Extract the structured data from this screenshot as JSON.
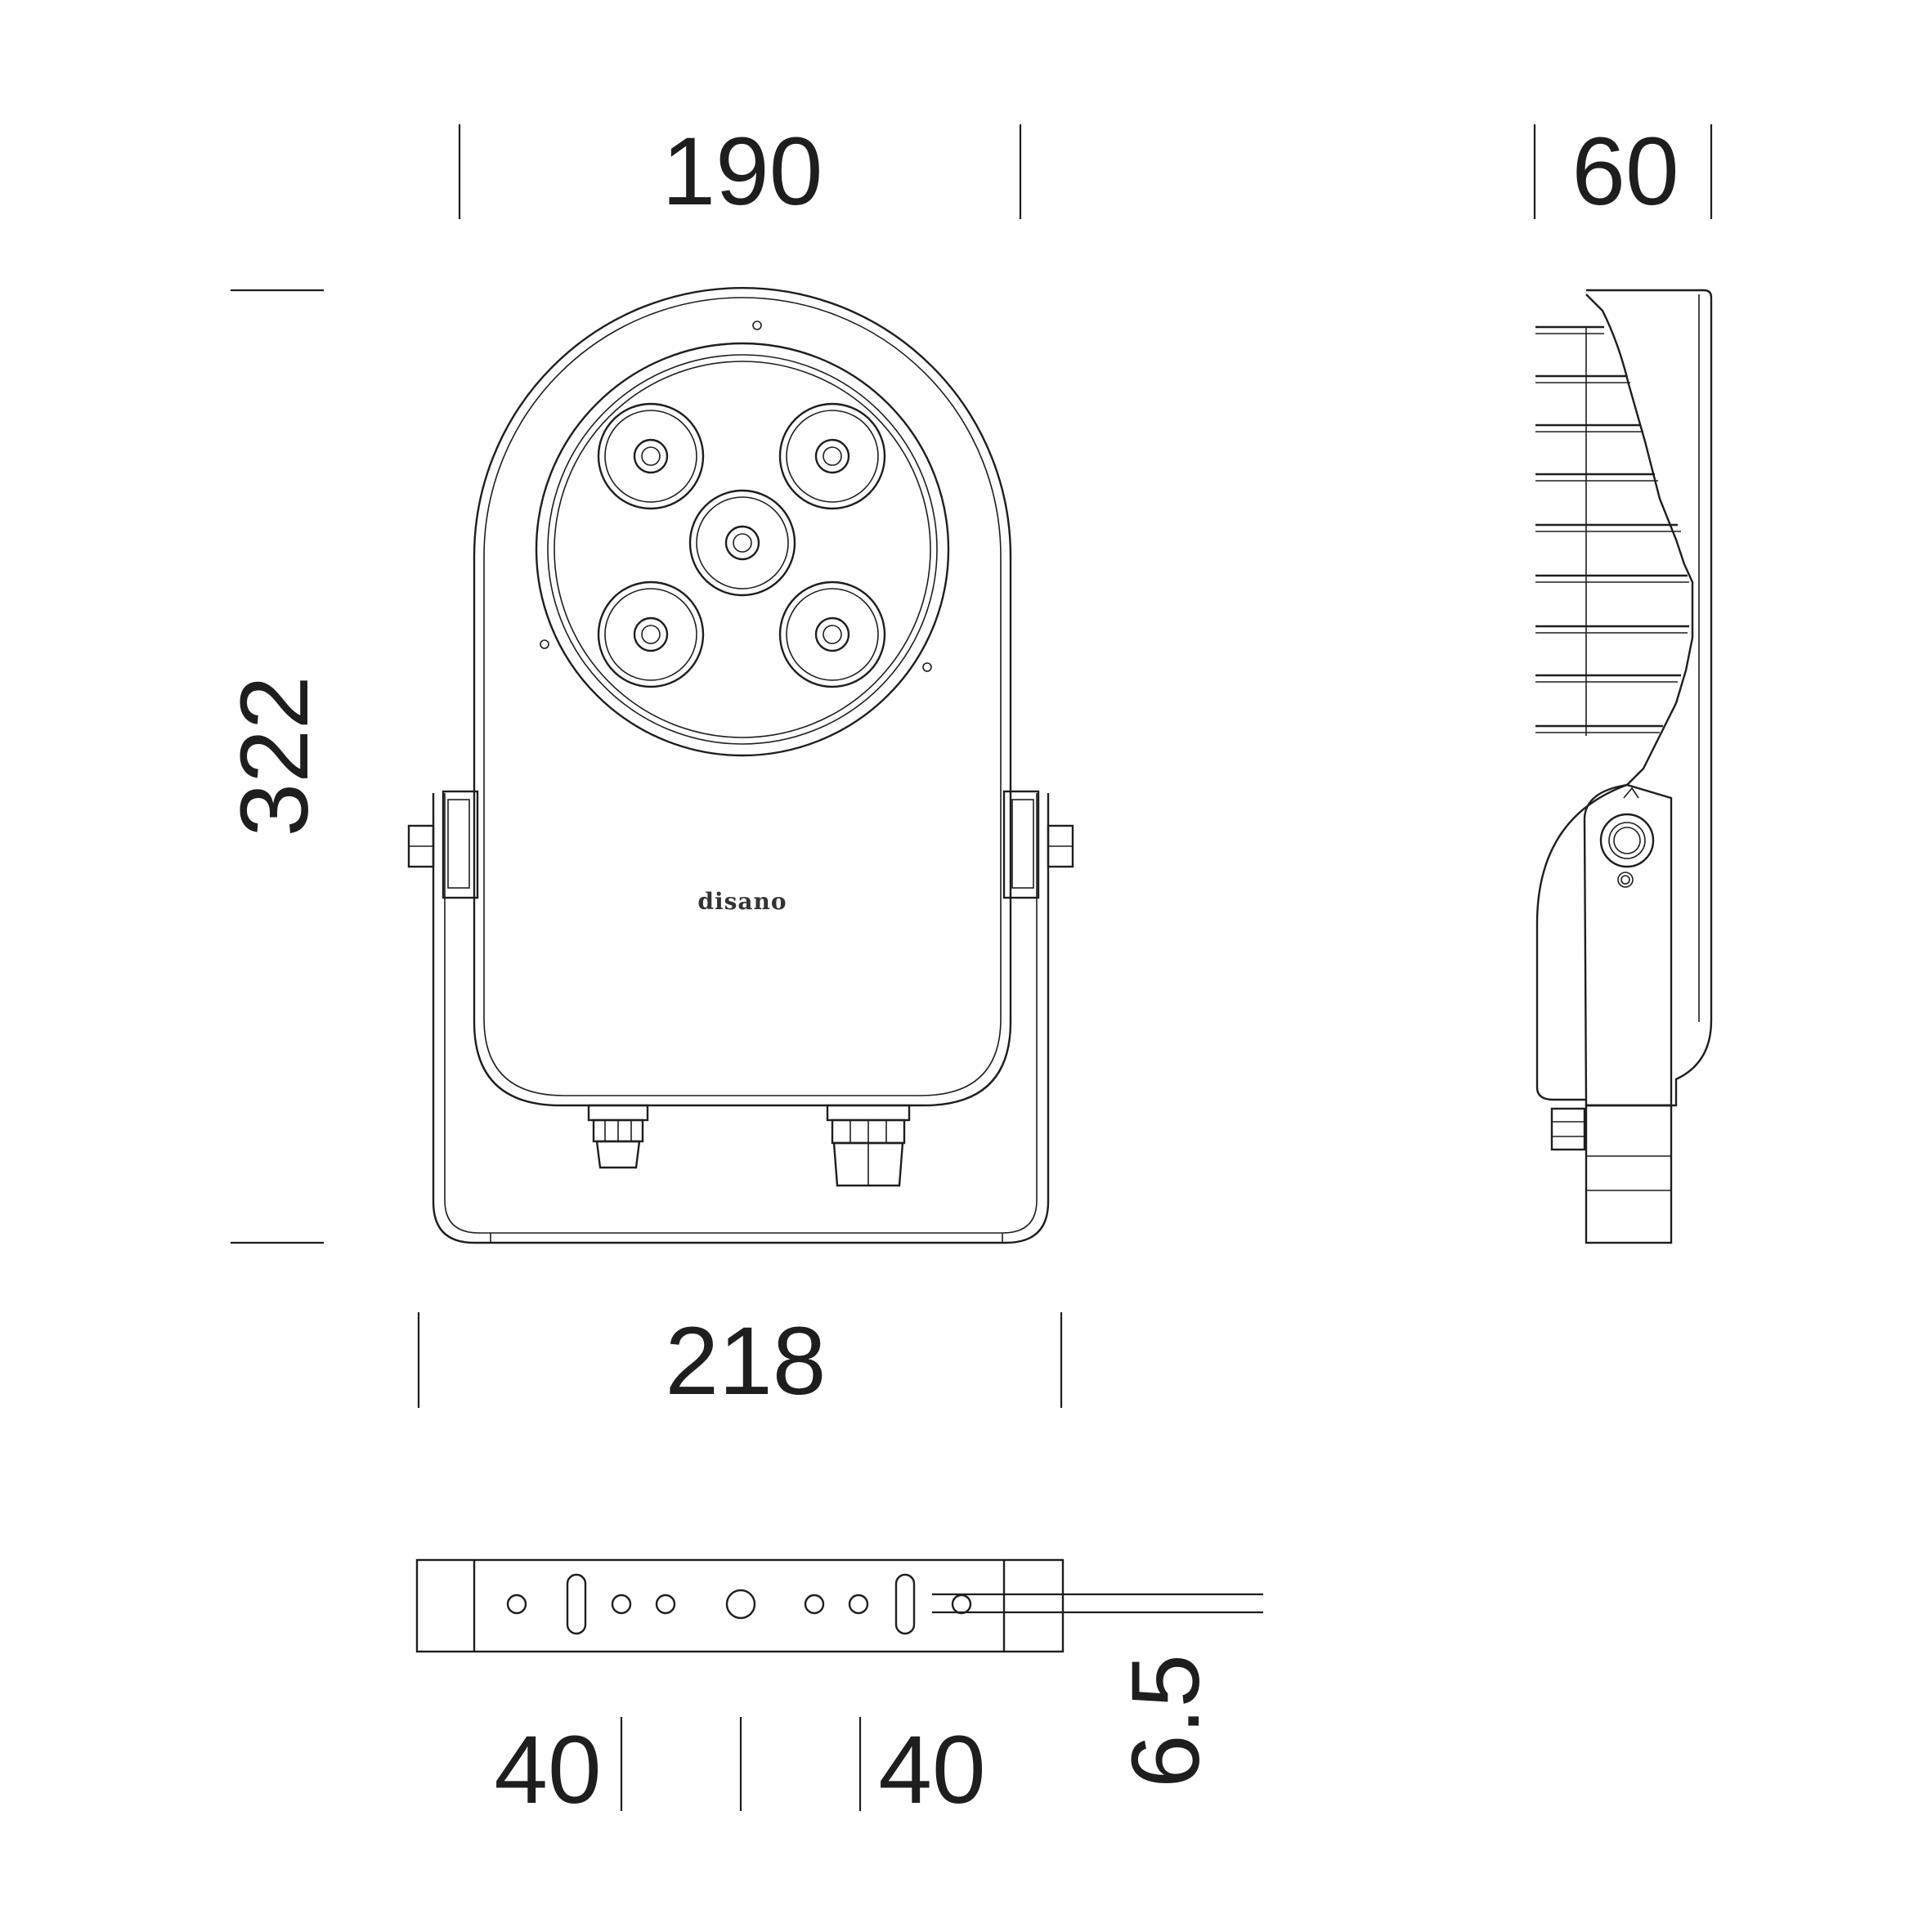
{
  "dimensions": {
    "front_width": "190",
    "side_depth": "60",
    "height": "322",
    "bracket_width": "218",
    "hole_spacing_left": "40",
    "hole_spacing_right": "40",
    "bracket_thickness": "6.5"
  },
  "brand": "disano",
  "colors": {
    "line": "#1e1e1e",
    "background": "#ffffff"
  }
}
